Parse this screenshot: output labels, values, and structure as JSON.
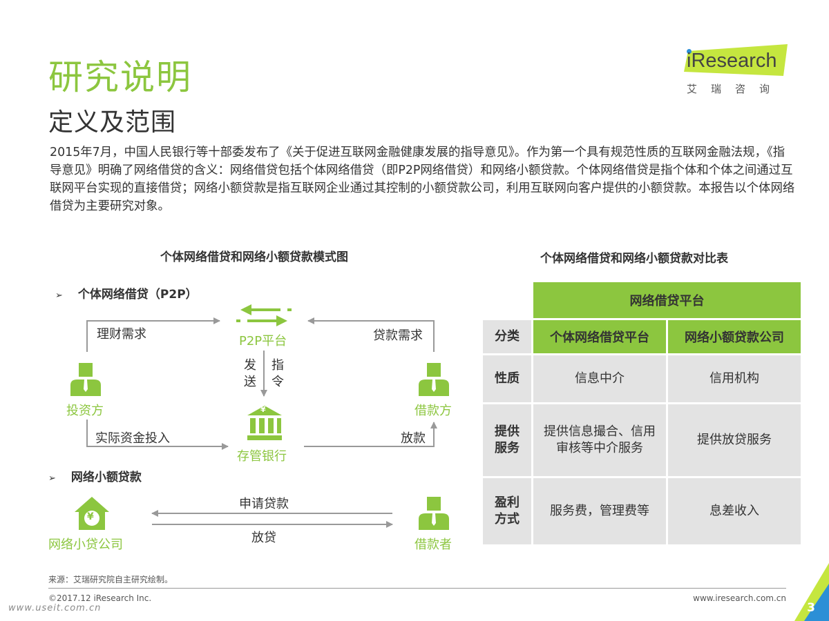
{
  "header": {
    "title": "研究说明",
    "subtitle": "定义及范围"
  },
  "logo": {
    "brand": "iResearch",
    "cn": "艾瑞咨询",
    "badge_color": "#c5e63f"
  },
  "intro": "2015年7月，中国人民银行等十部委发布了《关于促进互联网金融健康发展的指导意见》。作为第一个具有规范性质的互联网金融法规，《指导意见》明确了网络借贷的含义：网络借贷包括个体网络借贷（即P2P网络借贷）和网络小额贷款。个体网络借贷是指个体和个体之间通过互联网平台实现的直接借贷；网络小额贷款是指互联网企业通过其控制的小额贷款公司，利用互联网向客户提供的小额贷款。本报告以个体网络借贷为主要研究对象。",
  "diagram": {
    "title": "个体网络借贷和网络小额贷款模式图",
    "p2p_heading": "个体网络借贷（P2P）",
    "platform": "P2P平台",
    "investor": "投资方",
    "borrower": "借款方",
    "bank": "存管银行",
    "finance_need": "理财需求",
    "loan_need": "贷款需求",
    "send_chars": [
      "发",
      "送"
    ],
    "order_chars": [
      "指",
      "令"
    ],
    "actual_fund": "实际资金投入",
    "lend": "放款",
    "micro_heading": "网络小额贷款",
    "micro_company": "网络小贷公司",
    "micro_borrower": "借款者",
    "apply_loan": "申请贷款",
    "release_loan": "放贷",
    "yen": "¥",
    "accent": "#8cc63f"
  },
  "table": {
    "title": "个体网络借贷和网络小额贷款对比表",
    "group_header": "网络借贷平台",
    "category_label": "分类",
    "col1": "个体网络借贷平台",
    "col2": "网络小额贷款公司",
    "rows": [
      {
        "head": "性质",
        "c1": "信息中介",
        "c2": "信用机构"
      },
      {
        "head": "提供\n服务",
        "c1": "提供信息撮合、信用审核等中介服务",
        "c2": "提供放贷服务"
      },
      {
        "head": "盈利\n方式",
        "c1": "服务费，管理费等",
        "c2": "息差收入"
      }
    ],
    "header_color": "#8cc63f",
    "cell_color": "#e3e3e3"
  },
  "footer": {
    "source": "来源：艾瑞研究院自主研究绘制。",
    "copyright": "©2017.12 iResearch Inc.",
    "website": "www.iresearch.com.cn",
    "page": "3",
    "watermark": "www.useit.com.cn"
  }
}
